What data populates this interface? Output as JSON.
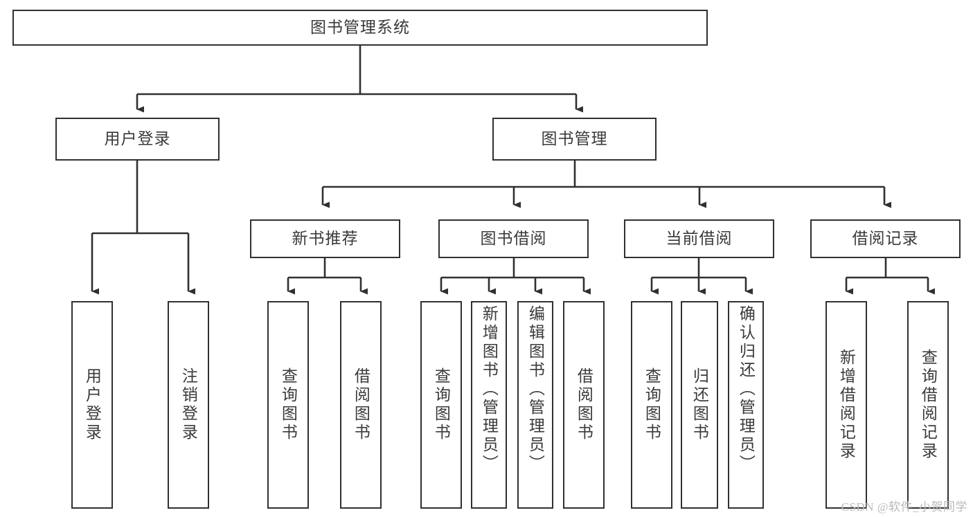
{
  "diagram": {
    "title": "图书管理系统",
    "type": "tree",
    "watermark": "CSDN @软件_小贺同学",
    "colors": {
      "box_border": "#303030",
      "box_fill": "#ffffff",
      "connector": "#303030",
      "text": "#3a3a3a",
      "watermark": "#b9b9b9",
      "background": "#ffffff"
    },
    "nodes": {
      "root": {
        "label": "图书管理系统",
        "level": 1,
        "orientation": "horizontal"
      },
      "user_login": {
        "label": "用户登录",
        "level": 2,
        "orientation": "horizontal"
      },
      "book_manage": {
        "label": "图书管理",
        "level": 2,
        "orientation": "horizontal"
      },
      "new_book_rec": {
        "label": "新书推荐",
        "level": 3,
        "orientation": "horizontal"
      },
      "book_borrow": {
        "label": "图书借阅",
        "level": 3,
        "orientation": "horizontal"
      },
      "current_borrow": {
        "label": "当前借阅",
        "level": 3,
        "orientation": "horizontal"
      },
      "borrow_record": {
        "label": "借阅记录",
        "level": 3,
        "orientation": "horizontal"
      },
      "leaf_user_login": {
        "label": "用户登录",
        "level": 4,
        "orientation": "vertical"
      },
      "leaf_logout": {
        "label": "注销登录",
        "level": 4,
        "orientation": "vertical"
      },
      "leaf_query_book_1": {
        "label": "查询图书",
        "level": 4,
        "orientation": "vertical"
      },
      "leaf_borrow_book_1": {
        "label": "借阅图书",
        "level": 4,
        "orientation": "vertical"
      },
      "leaf_query_book_2": {
        "label": "查询图书",
        "level": 4,
        "orientation": "vertical"
      },
      "leaf_add_book": {
        "label": "新增图书（管理员）",
        "level": 4,
        "orientation": "vertical"
      },
      "leaf_edit_book": {
        "label": "编辑图书（管理员）",
        "level": 4,
        "orientation": "vertical"
      },
      "leaf_borrow_book_2": {
        "label": "借阅图书",
        "level": 4,
        "orientation": "vertical"
      },
      "leaf_query_book_3": {
        "label": "查询图书",
        "level": 4,
        "orientation": "vertical"
      },
      "leaf_return_book": {
        "label": "归还图书",
        "level": 4,
        "orientation": "vertical"
      },
      "leaf_confirm_return": {
        "label": "确认归还（管理员）",
        "level": 4,
        "orientation": "vertical"
      },
      "leaf_add_record": {
        "label": "新增借阅记录",
        "level": 4,
        "orientation": "vertical"
      },
      "leaf_query_record": {
        "label": "查询借阅记录",
        "level": 4,
        "orientation": "vertical"
      }
    },
    "edges": [
      {
        "from": "root",
        "to": "user_login"
      },
      {
        "from": "root",
        "to": "book_manage"
      },
      {
        "from": "book_manage",
        "to": "new_book_rec"
      },
      {
        "from": "book_manage",
        "to": "book_borrow"
      },
      {
        "from": "book_manage",
        "to": "current_borrow"
      },
      {
        "from": "book_manage",
        "to": "borrow_record"
      },
      {
        "from": "user_login",
        "to": "leaf_user_login"
      },
      {
        "from": "user_login",
        "to": "leaf_logout"
      },
      {
        "from": "new_book_rec",
        "to": "leaf_query_book_1"
      },
      {
        "from": "new_book_rec",
        "to": "leaf_borrow_book_1"
      },
      {
        "from": "book_borrow",
        "to": "leaf_query_book_2"
      },
      {
        "from": "book_borrow",
        "to": "leaf_add_book"
      },
      {
        "from": "book_borrow",
        "to": "leaf_edit_book"
      },
      {
        "from": "book_borrow",
        "to": "leaf_borrow_book_2"
      },
      {
        "from": "current_borrow",
        "to": "leaf_query_book_3"
      },
      {
        "from": "current_borrow",
        "to": "leaf_return_book"
      },
      {
        "from": "current_borrow",
        "to": "leaf_confirm_return"
      },
      {
        "from": "borrow_record",
        "to": "leaf_add_record"
      },
      {
        "from": "borrow_record",
        "to": "leaf_query_record"
      }
    ]
  }
}
